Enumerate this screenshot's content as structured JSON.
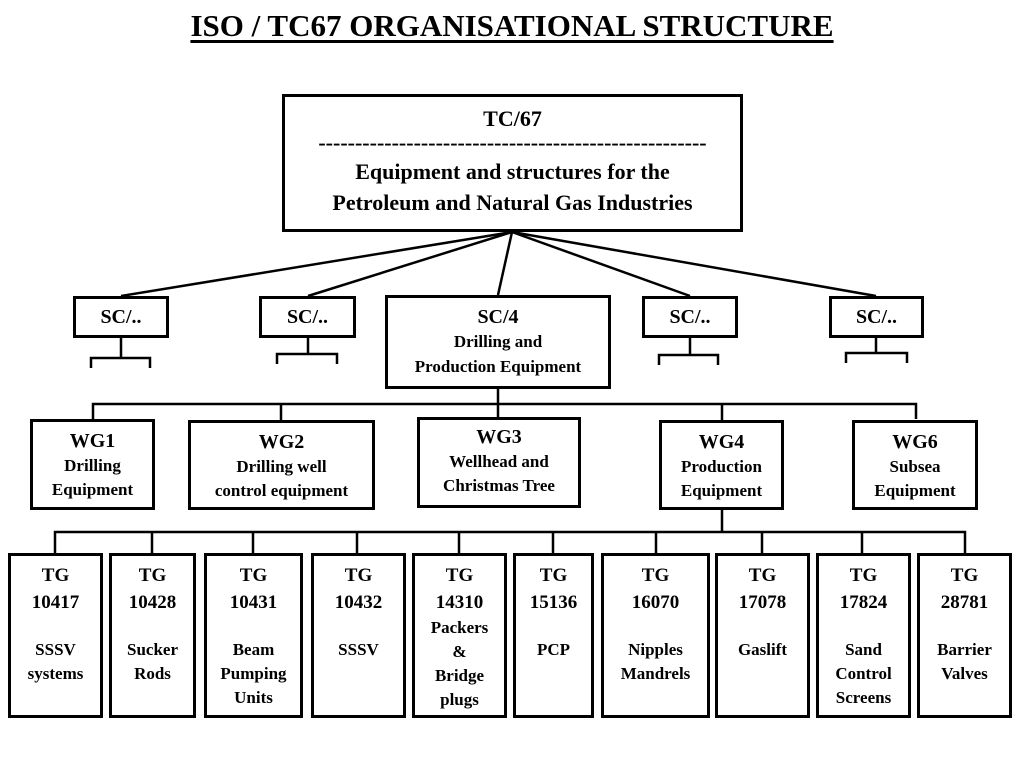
{
  "title": "ISO / TC67  ORGANISATIONAL  STRUCTURE",
  "tc": {
    "code": "TC/67",
    "separator": "-----------------------------------------------------",
    "description_line1": "Equipment and structures for the",
    "description_line2": "Petroleum and Natural Gas Industries"
  },
  "subcommittees": [
    {
      "code": "SC/.."
    },
    {
      "code": "SC/.."
    },
    {
      "code": "SC/4",
      "line1": "Drilling and",
      "line2": "Production Equipment"
    },
    {
      "code": "SC/.."
    },
    {
      "code": "SC/.."
    }
  ],
  "working_groups": [
    {
      "code": "WG1",
      "line1": "Drilling",
      "line2": "Equipment"
    },
    {
      "code": "WG2",
      "line1": "Drilling well",
      "line2": "control equipment"
    },
    {
      "code": "WG3",
      "line1": "Wellhead and",
      "line2": "Christmas Tree"
    },
    {
      "code": "WG4",
      "line1": "Production",
      "line2": "Equipment"
    },
    {
      "code": "WG6",
      "line1": "Subsea",
      "line2": "Equipment"
    }
  ],
  "task_groups": [
    {
      "code": "TG",
      "number": "10417",
      "lines": [
        "SSSV",
        "systems"
      ]
    },
    {
      "code": "TG",
      "number": "10428",
      "lines": [
        "Sucker",
        "Rods"
      ]
    },
    {
      "code": "TG",
      "number": "10431",
      "lines": [
        "Beam",
        "Pumping",
        "Units"
      ]
    },
    {
      "code": "TG",
      "number": "10432",
      "lines": [
        "SSSV"
      ]
    },
    {
      "code": "TG",
      "number": "14310",
      "lines": [
        "Packers",
        "&",
        "Bridge",
        "plugs"
      ]
    },
    {
      "code": "TG",
      "number": "15136",
      "lines": [
        "PCP"
      ]
    },
    {
      "code": "TG",
      "number": "16070",
      "lines": [
        "Nipples",
        "Mandrels"
      ]
    },
    {
      "code": "TG",
      "number": "17078",
      "lines": [
        "Gaslift"
      ]
    },
    {
      "code": "TG",
      "number": "17824",
      "lines": [
        "Sand",
        "Control",
        "Screens"
      ]
    },
    {
      "code": "TG",
      "number": "28781",
      "lines": [
        "Barrier",
        "Valves"
      ]
    }
  ]
}
